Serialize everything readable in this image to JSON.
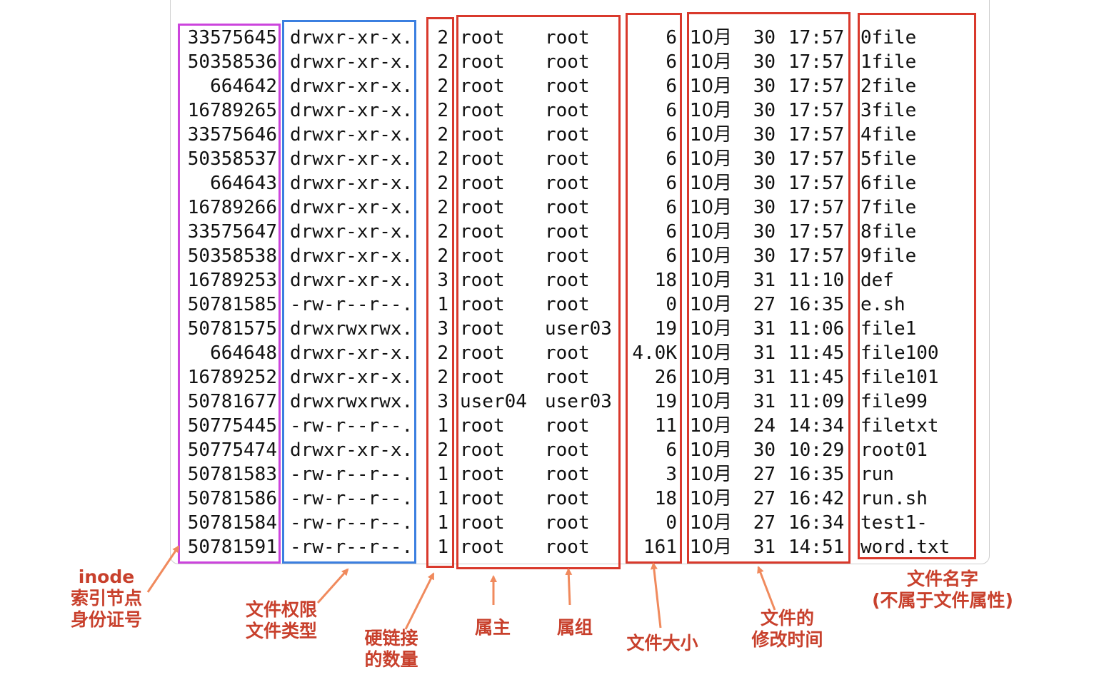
{
  "listing": {
    "rows": [
      {
        "inode": "33575645",
        "perm": "drwxr-xr-x.",
        "links": "2",
        "owner": "root",
        "group": "root",
        "size": "6",
        "month": "10月",
        "day": "30",
        "time": "17:57",
        "name": "0file"
      },
      {
        "inode": "50358536",
        "perm": "drwxr-xr-x.",
        "links": "2",
        "owner": "root",
        "group": "root",
        "size": "6",
        "month": "10月",
        "day": "30",
        "time": "17:57",
        "name": "1file"
      },
      {
        "inode": "664642",
        "perm": "drwxr-xr-x.",
        "links": "2",
        "owner": "root",
        "group": "root",
        "size": "6",
        "month": "10月",
        "day": "30",
        "time": "17:57",
        "name": "2file"
      },
      {
        "inode": "16789265",
        "perm": "drwxr-xr-x.",
        "links": "2",
        "owner": "root",
        "group": "root",
        "size": "6",
        "month": "10月",
        "day": "30",
        "time": "17:57",
        "name": "3file"
      },
      {
        "inode": "33575646",
        "perm": "drwxr-xr-x.",
        "links": "2",
        "owner": "root",
        "group": "root",
        "size": "6",
        "month": "10月",
        "day": "30",
        "time": "17:57",
        "name": "4file"
      },
      {
        "inode": "50358537",
        "perm": "drwxr-xr-x.",
        "links": "2",
        "owner": "root",
        "group": "root",
        "size": "6",
        "month": "10月",
        "day": "30",
        "time": "17:57",
        "name": "5file"
      },
      {
        "inode": "664643",
        "perm": "drwxr-xr-x.",
        "links": "2",
        "owner": "root",
        "group": "root",
        "size": "6",
        "month": "10月",
        "day": "30",
        "time": "17:57",
        "name": "6file"
      },
      {
        "inode": "16789266",
        "perm": "drwxr-xr-x.",
        "links": "2",
        "owner": "root",
        "group": "root",
        "size": "6",
        "month": "10月",
        "day": "30",
        "time": "17:57",
        "name": "7file"
      },
      {
        "inode": "33575647",
        "perm": "drwxr-xr-x.",
        "links": "2",
        "owner": "root",
        "group": "root",
        "size": "6",
        "month": "10月",
        "day": "30",
        "time": "17:57",
        "name": "8file"
      },
      {
        "inode": "50358538",
        "perm": "drwxr-xr-x.",
        "links": "2",
        "owner": "root",
        "group": "root",
        "size": "6",
        "month": "10月",
        "day": "30",
        "time": "17:57",
        "name": "9file"
      },
      {
        "inode": "16789253",
        "perm": "drwxr-xr-x.",
        "links": "3",
        "owner": "root",
        "group": "root",
        "size": "18",
        "month": "10月",
        "day": "31",
        "time": "11:10",
        "name": "def"
      },
      {
        "inode": "50781585",
        "perm": "-rw-r--r--.",
        "links": "1",
        "owner": "root",
        "group": "root",
        "size": "0",
        "month": "10月",
        "day": "27",
        "time": "16:35",
        "name": "e.sh"
      },
      {
        "inode": "50781575",
        "perm": "drwxrwxrwx.",
        "links": "3",
        "owner": "root",
        "group": "user03",
        "size": "19",
        "month": "10月",
        "day": "31",
        "time": "11:06",
        "name": "file1"
      },
      {
        "inode": "664648",
        "perm": "drwxr-xr-x.",
        "links": "2",
        "owner": "root",
        "group": "root",
        "size": "4.0K",
        "month": "10月",
        "day": "31",
        "time": "11:45",
        "name": "file100"
      },
      {
        "inode": "16789252",
        "perm": "drwxr-xr-x.",
        "links": "2",
        "owner": "root",
        "group": "root",
        "size": "26",
        "month": "10月",
        "day": "31",
        "time": "11:45",
        "name": "file101"
      },
      {
        "inode": "50781677",
        "perm": "drwxrwxrwx.",
        "links": "3",
        "owner": "user04",
        "group": "user03",
        "size": "19",
        "month": "10月",
        "day": "31",
        "time": "11:09",
        "name": "file99"
      },
      {
        "inode": "50775445",
        "perm": "-rw-r--r--.",
        "links": "1",
        "owner": "root",
        "group": "root",
        "size": "11",
        "month": "10月",
        "day": "24",
        "time": "14:34",
        "name": "filetxt"
      },
      {
        "inode": "50775474",
        "perm": "drwxr-xr-x.",
        "links": "2",
        "owner": "root",
        "group": "root",
        "size": "6",
        "month": "10月",
        "day": "30",
        "time": "10:29",
        "name": "root01"
      },
      {
        "inode": "50781583",
        "perm": "-rw-r--r--.",
        "links": "1",
        "owner": "root",
        "group": "root",
        "size": "3",
        "month": "10月",
        "day": "27",
        "time": "16:35",
        "name": "run"
      },
      {
        "inode": "50781586",
        "perm": "-rw-r--r--.",
        "links": "1",
        "owner": "root",
        "group": "root",
        "size": "18",
        "month": "10月",
        "day": "27",
        "time": "16:42",
        "name": "run.sh"
      },
      {
        "inode": "50781584",
        "perm": "-rw-r--r--.",
        "links": "1",
        "owner": "root",
        "group": "root",
        "size": "0",
        "month": "10月",
        "day": "27",
        "time": "16:34",
        "name": "test1-"
      },
      {
        "inode": "50781591",
        "perm": "-rw-r--r--.",
        "links": "1",
        "owner": "root",
        "group": "root",
        "size": "161",
        "month": "10月",
        "day": "31",
        "time": "14:51",
        "name": "word.txt"
      }
    ]
  },
  "annotations": {
    "inode": "inode\n索引节点\n身份证号",
    "perm": "文件权限\n文件类型",
    "links": "硬链接\n的数量",
    "owner": "属主",
    "group": "属组",
    "size": "文件大小",
    "mtime": "文件的\n修改时间",
    "name": "文件名字\n(不属于文件属性)"
  },
  "colors": {
    "annotation": "#d9392c",
    "inode_box": "#cc44dd",
    "perm_box": "#3b7fe0",
    "text": "#111111"
  }
}
